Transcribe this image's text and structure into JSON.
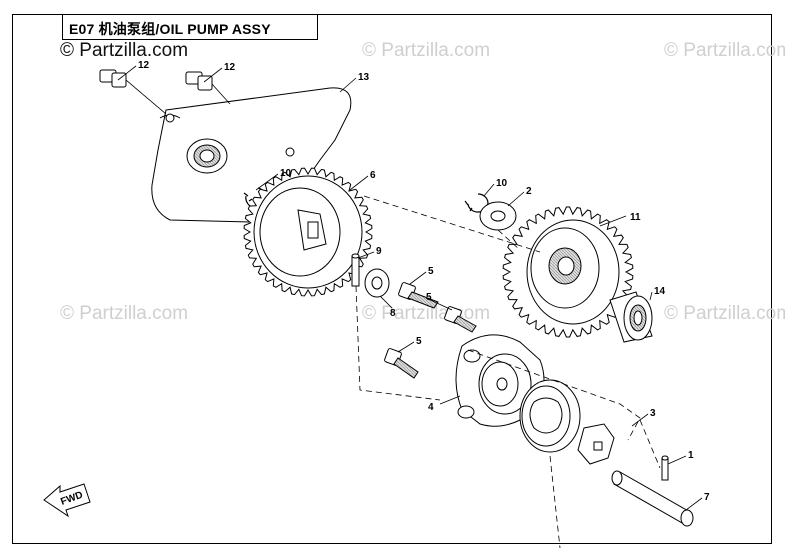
{
  "title": "E07  机油泵组/OIL PUMP ASSY",
  "watermark": "© Partzilla.com",
  "fwd_label": "FWD",
  "callouts": {
    "c12a": "12",
    "c12b": "12",
    "c13": "13",
    "c10a": "10",
    "c6": "6",
    "c10b": "10",
    "c2": "2",
    "c11": "11",
    "c9": "9",
    "c5a": "5",
    "c5b": "5",
    "c8": "8",
    "c14": "14",
    "c5c": "5",
    "c4": "4",
    "c3": "3",
    "c1": "1",
    "c7": "7"
  }
}
